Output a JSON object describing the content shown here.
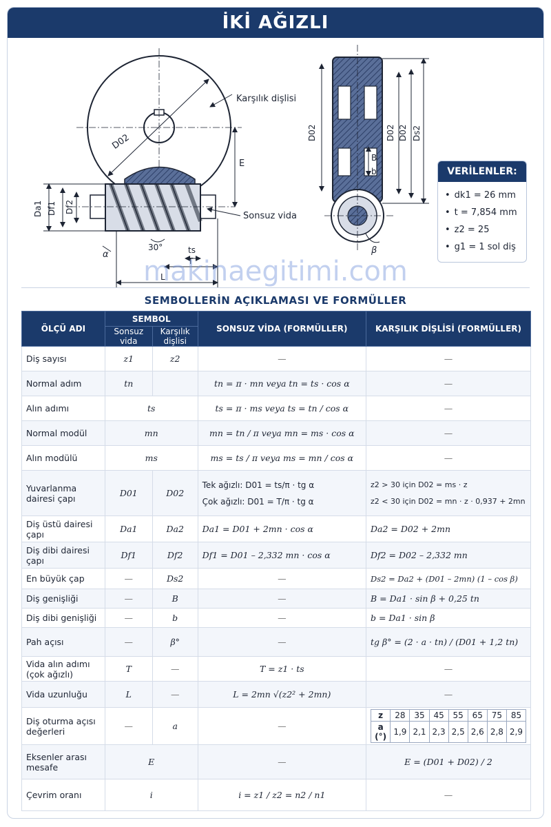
{
  "title": "İKİ AĞIZLI",
  "diagram": {
    "label_karsilik": "Karşılık dişlisi",
    "label_sonsuz": "Sonsuz vida",
    "D02": "D02",
    "E": "E",
    "Da1": "Da1",
    "Df1": "Df1",
    "Df2": "Df2",
    "alpha": "α",
    "angle30": "30°",
    "ts": "ts",
    "T": "T",
    "L": "L",
    "B": "B",
    "b": "b",
    "Ds2": "Ds2",
    "beta": "β"
  },
  "given": {
    "title": "VERİLENLER:",
    "items": [
      "dk1 = 26 mm",
      "t = 7,854 mm",
      "z2 = 25",
      "g1 = 1 sol diş"
    ]
  },
  "watermark": "makinaegitimi.com",
  "section_title": "SEMBOLLERİN  AÇIKLAMASI VE FORMÜLLER",
  "table": {
    "headers": {
      "olcu": "ÖLÇÜ ADI",
      "sembol": "SEMBOL",
      "sonsuz_vida_sub": "Sonsuz vida",
      "karsilik_sub": "Karşılık dişlisi",
      "sv_formul": "SONSUZ VİDA (FORMÜLLER)",
      "kd_formul": "KARŞILIK DİŞLİSİ (FORMÜLLER)"
    },
    "dash": "—",
    "rows": [
      {
        "name": "Diş sayısı",
        "s1": "z1",
        "s2": "z2"
      },
      {
        "name": "Normal adım",
        "s1": "tn",
        "sv": "tn = π · mn    veya    tn = ts · cos α"
      },
      {
        "name": "Alın adımı",
        "s": "ts",
        "sv": "ts = π · ms    veya    ts = tn / cos α"
      },
      {
        "name": "Normal modül",
        "s": "mn",
        "sv": "mn = tn / π    veya    mn = ms · cos α"
      },
      {
        "name": "Alın modülü",
        "s": "ms",
        "sv": "ms = ts / π    veya    ms = mn / cos α"
      },
      {
        "name": "Yuvarlanma dairesi çapı",
        "s1": "D01",
        "s2": "D02",
        "sv1": "Tek ağızlı:  D01 = ts/π · tg α",
        "sv2": "Çok ağızlı:  D01 = T/π · tg α",
        "kd1": "z2 > 30 için   D02 = ms · z",
        "kd2": "z2 < 30 için   D02 = mn · z · 0,937 + 2mn"
      },
      {
        "name": "Diş üstü dairesi çapı",
        "s1": "Da1",
        "s2": "Da2",
        "sv": "Da1 = D01 + 2mn · cos α",
        "kd": "Da2 = D02 + 2mn"
      },
      {
        "name": "Diş dibi dairesi çapı",
        "s1": "Df1",
        "s2": "Df2",
        "sv": "Df1 = D01 – 2,332 mn · cos α",
        "kd": "Df2 = D02 – 2,332 mn"
      },
      {
        "name": "En büyük çap",
        "s2": "Ds2",
        "kd": "Ds2 = Da2 + (D01 – 2mn) (1 – cos β)"
      },
      {
        "name": "Diş genişliği",
        "s2": "B",
        "kd": "B = Da1 · sin β + 0,25 tn"
      },
      {
        "name": "Diş dibi genişliği",
        "s2": "b",
        "kd": "b = Da1 · sin β"
      },
      {
        "name": "Pah açısı",
        "s2": "β°",
        "kd": "tg β° = (2 · a · tn) / (D01 + 1,2 tn)"
      },
      {
        "name": "Vida alın adımı (çok ağızlı)",
        "s1": "T",
        "sv": "T = z1 · ts"
      },
      {
        "name": "Vida uzunluğu",
        "s1": "L",
        "sv": "L = 2mn √(z2² + 2mn)"
      },
      {
        "name": "Diş oturma açısı değerleri",
        "s2": "a",
        "z_label": "z",
        "a_label": "a (°)",
        "z_values": [
          "28",
          "35",
          "45",
          "55",
          "65",
          "75",
          "85"
        ],
        "a_values": [
          "1,9",
          "2,1",
          "2,3",
          "2,5",
          "2,6",
          "2,8",
          "2,9"
        ]
      },
      {
        "name": "Eksenler arası mesafe",
        "s": "E",
        "kd": "E = (D01 + D02) / 2"
      },
      {
        "name": "Çevrim oranı",
        "s": "i",
        "sv": "i = z1 / z2 = n2 / n1"
      }
    ]
  }
}
